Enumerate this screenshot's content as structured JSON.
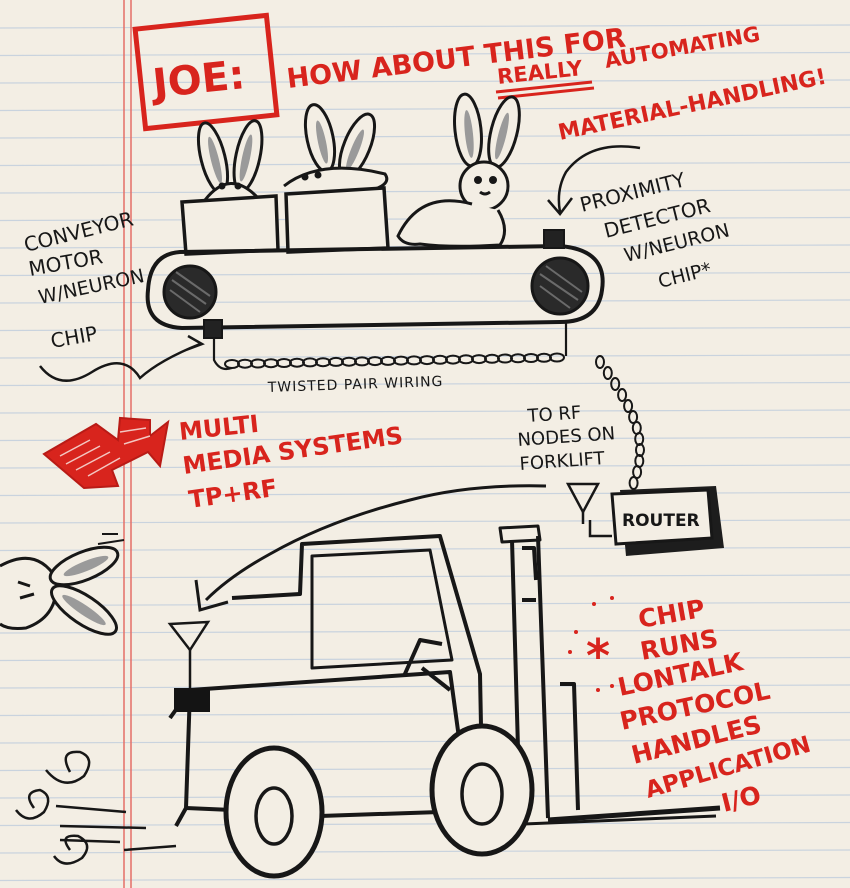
{
  "note": {
    "addressee": "JOE:",
    "headline_1": "HOW ABOUT THIS FOR",
    "headline_emphasis": "REALLY",
    "headline_2": "AUTOMATING",
    "headline_3": "MATERIAL-HANDLING!"
  },
  "labels": {
    "motor_1": "CONVEYOR",
    "motor_2": "MOTOR",
    "motor_3": "W/NEURON",
    "motor_4": "CHIP",
    "detector_1": "PROXIMITY",
    "detector_2": "DETECTOR",
    "detector_3": "W/NEURON",
    "detector_4": "CHIP*",
    "wiring": "TWISTED PAIR WIRING",
    "rf_1": "TO RF",
    "rf_2": "NODES ON",
    "rf_3": "FORKLIFT",
    "router": "ROUTER"
  },
  "callout": {
    "line_1": "MULTI",
    "line_2": "MEDIA SYSTEMS",
    "line_3": "TP+RF"
  },
  "footnote": {
    "mark": "*",
    "line_1": "CHIP",
    "line_2": "RUNS",
    "line_3": "LONTALK",
    "line_4": "PROTOCOL",
    "line_5": "HANDLES",
    "line_6": "APPLICATION",
    "line_7": "I/O"
  },
  "colors": {
    "paper": "#f3eee4",
    "ruled_line": "#c9d3de",
    "margin_line": "#e56f66",
    "ink_red": "#d8241d",
    "ink_black": "#171717"
  }
}
